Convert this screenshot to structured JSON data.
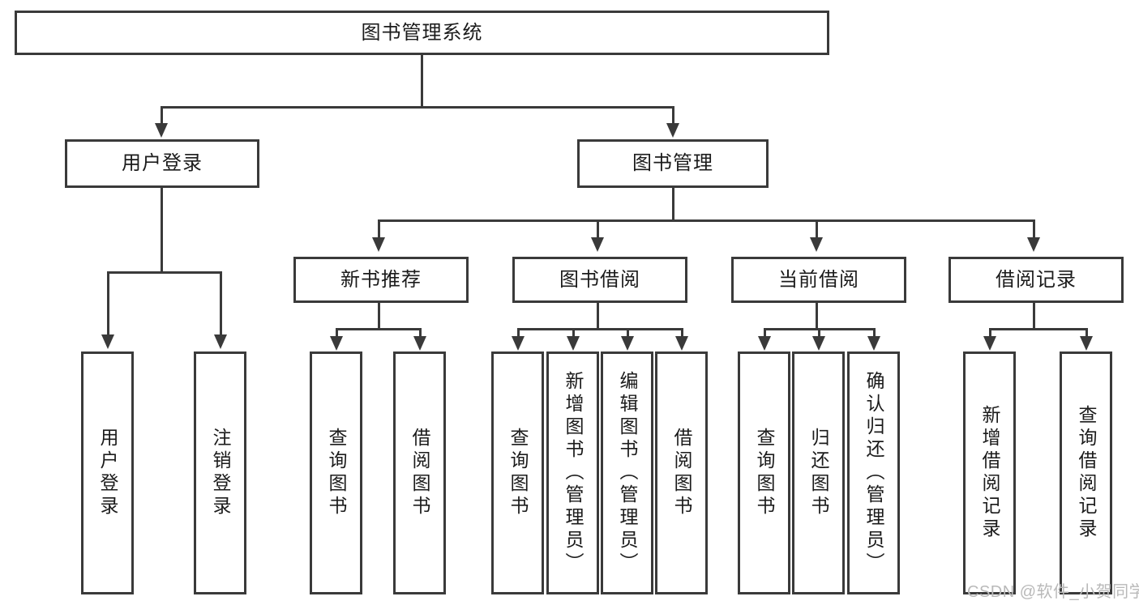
{
  "diagram": {
    "title_node": {
      "label": "图书管理系统"
    },
    "level2": [
      {
        "id": "user-login",
        "label": "用户登录"
      },
      {
        "id": "book-management",
        "label": "图书管理"
      }
    ],
    "level3": [
      {
        "id": "new-book-recommend",
        "label": "新书推荐"
      },
      {
        "id": "book-borrow",
        "label": "图书借阅"
      },
      {
        "id": "current-borrow",
        "label": "当前借阅"
      },
      {
        "id": "borrow-record",
        "label": "借阅记录"
      }
    ],
    "leaves": {
      "user_login": [
        {
          "id": "leaf-user-login",
          "label": "用户登录"
        },
        {
          "id": "leaf-logout-login",
          "label": "注销登录"
        }
      ],
      "new_book_recommend": [
        {
          "id": "leaf-query-book-1",
          "label": "查询图书"
        },
        {
          "id": "leaf-borrow-book-1",
          "label": "借阅图书"
        }
      ],
      "book_borrow": [
        {
          "id": "leaf-query-book-2",
          "label": "查询图书"
        },
        {
          "id": "leaf-add-book",
          "label": "新增图书（管理员）"
        },
        {
          "id": "leaf-edit-book",
          "label": "编辑图书（管理员）"
        },
        {
          "id": "leaf-borrow-book-2",
          "label": "借阅图书"
        }
      ],
      "current_borrow": [
        {
          "id": "leaf-query-book-3",
          "label": "查询图书"
        },
        {
          "id": "leaf-return-book",
          "label": "归还图书"
        },
        {
          "id": "leaf-confirm-return",
          "label": "确认归还（管理员）"
        }
      ],
      "borrow_record": [
        {
          "id": "leaf-add-borrow-record",
          "label": "新增借阅记录"
        },
        {
          "id": "leaf-query-borrow-record",
          "label": "查询借阅记录"
        }
      ]
    },
    "watermark": "CSDN @软件_小贺同学",
    "colors": {
      "border": "#3a3a3a",
      "background": "#ffffff",
      "text": "#1b1b1b",
      "watermark": "#b9b9b9"
    }
  }
}
